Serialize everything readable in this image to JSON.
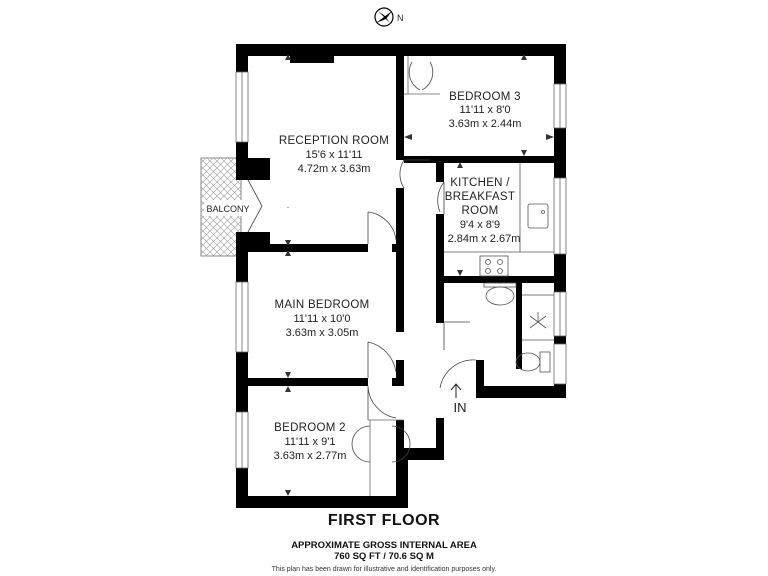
{
  "compass": {
    "label": "N",
    "icon": "north-arrow-icon"
  },
  "rooms": {
    "reception": {
      "name": "RECEPTION  ROOM",
      "imperial": "15'6 x 11'11",
      "metric": "4.72m x 3.63m"
    },
    "bedroom3": {
      "name": "BEDROOM 3",
      "imperial": "11'11 x 8'0",
      "metric": "3.63m x 2.44m"
    },
    "kitchen": {
      "name_line1": "KITCHEN /",
      "name_line2": "BREAKFAST",
      "name_line3": "ROOM",
      "imperial": "9'4 x 8'9",
      "metric": "2.84m x 2.67m"
    },
    "main_bedroom": {
      "name": "MAIN BEDROOM",
      "imperial": "11'11 x 10'0",
      "metric": "3.63m x 3.05m"
    },
    "bedroom2": {
      "name": "BEDROOM 2",
      "imperial": "11'11 x 9'1",
      "metric": "3.63m x 2.77m"
    }
  },
  "balcony": {
    "label": "BALCONY"
  },
  "entrance": {
    "label": "IN"
  },
  "footer": {
    "title": "FIRST FLOOR",
    "area_line1": "APPROXIMATE GROSS INTERNAL AREA",
    "area_line2": "760 SQ FT / 70.6 SQ M",
    "disclaimer": "This plan has been drawn for illustrative and identification purposes only."
  },
  "colors": {
    "wall": "#000000",
    "line": "#444444",
    "background": "#ffffff"
  }
}
